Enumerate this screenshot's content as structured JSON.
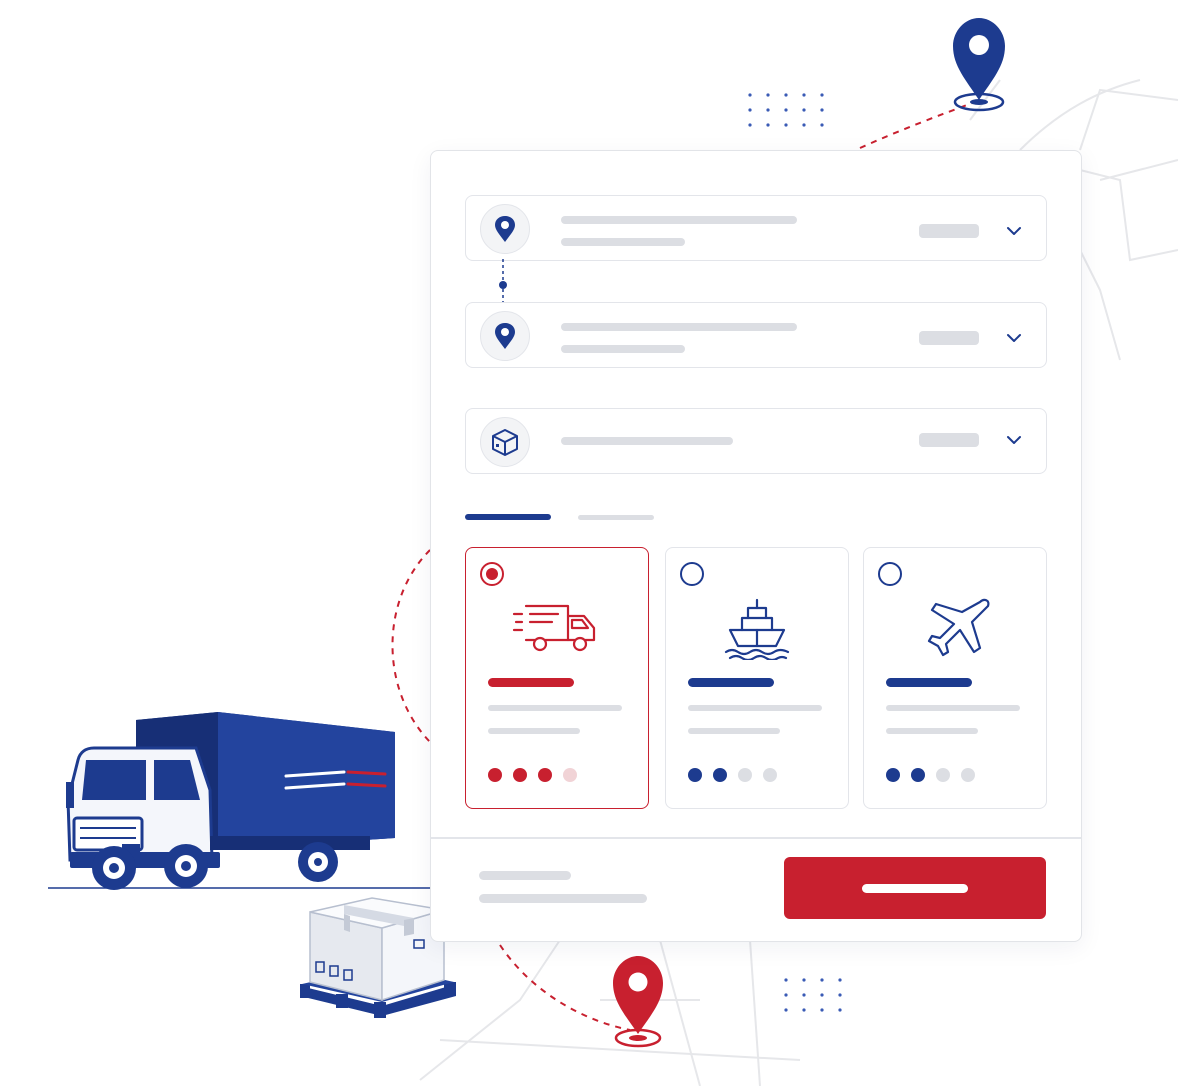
{
  "colors": {
    "brand_blue": "#1d3b8f",
    "brand_red": "#c8202f",
    "placeholder_gray": "#dcdee3",
    "border_gray": "#e3e5ea"
  },
  "form": {
    "fields": [
      {
        "name": "origin-field",
        "icon": "location-pin-icon"
      },
      {
        "name": "destination-field",
        "icon": "location-pin-icon"
      },
      {
        "name": "package-field",
        "icon": "package-box-icon"
      }
    ],
    "tabs": [
      {
        "name": "tab-1",
        "active": true
      },
      {
        "name": "tab-2",
        "active": false
      }
    ],
    "shipping_options": [
      {
        "mode": "road",
        "icon": "delivery-truck-icon",
        "selected": true,
        "rating": 3,
        "rating_max": 4
      },
      {
        "mode": "sea",
        "icon": "cargo-ship-icon",
        "selected": false,
        "rating": 2,
        "rating_max": 4
      },
      {
        "mode": "air",
        "icon": "airplane-icon",
        "selected": false,
        "rating": 2,
        "rating_max": 4
      }
    ]
  },
  "illustration": {
    "origin_marker_icon": "location-pin-icon",
    "destination_marker_icon": "location-pin-icon",
    "vehicle_icon": "truck-illustration",
    "cargo_icon": "box-on-pallet-illustration"
  }
}
